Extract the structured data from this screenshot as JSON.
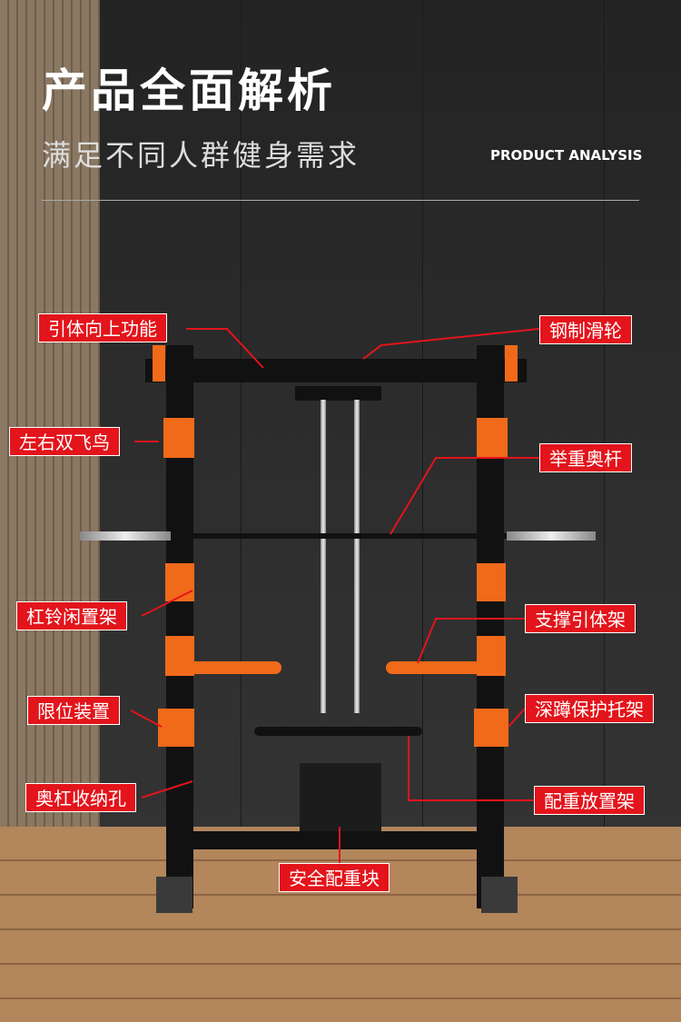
{
  "header": {
    "title": "产品全面解析",
    "subtitle": "满足不同人群健身需求",
    "english": "PRODUCT ANALYSIS"
  },
  "labels": {
    "pullup": "引体向上功能",
    "pulley": "钢制滑轮",
    "flyer": "左右双飞鸟",
    "bar": "举重奥杆",
    "idle_rack": "杠铃闲置架",
    "support": "支撑引体架",
    "limiter": "限位装置",
    "squat": "深蹲保护托架",
    "storage": "奥杠收纳孔",
    "weight_rack": "配重放置架",
    "weight_block": "安全配重块"
  },
  "colors": {
    "accent": "#e3141b",
    "frame_orange": "#f06a1a"
  }
}
